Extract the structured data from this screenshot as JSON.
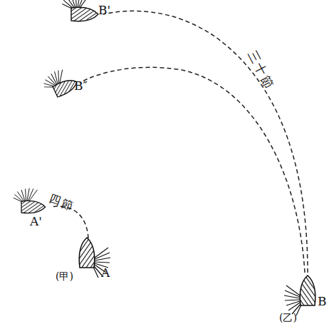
{
  "diagram": {
    "labels": [
      "B'",
      "三十節",
      "B″",
      "四節",
      "A'",
      "(甲)",
      "A",
      "(乙)",
      "B"
    ]
  }
}
